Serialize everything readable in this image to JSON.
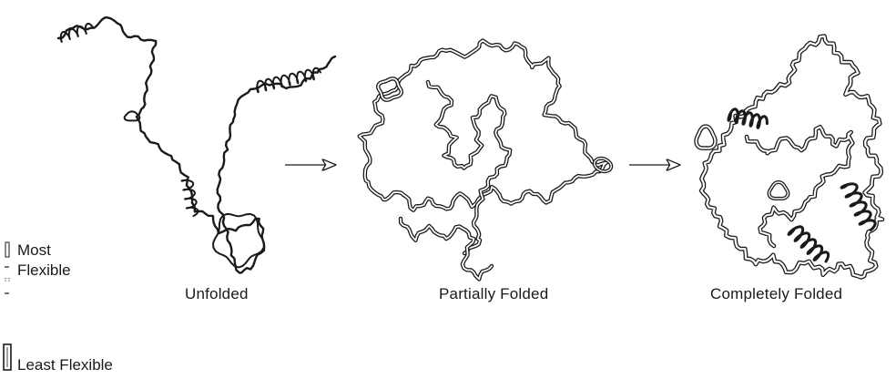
{
  "stages": [
    {
      "id": "unfolded",
      "label": "Unfolded"
    },
    {
      "id": "partial",
      "label": "Partially Folded"
    },
    {
      "id": "complete",
      "label": "Completely Folded"
    }
  ],
  "legend": {
    "most_line1": "Most",
    "most_line2": "Flexible",
    "least": "Least Flexible"
  },
  "colors": {
    "ink": "#1a1a1a",
    "tube_fill": "#ffffff"
  }
}
